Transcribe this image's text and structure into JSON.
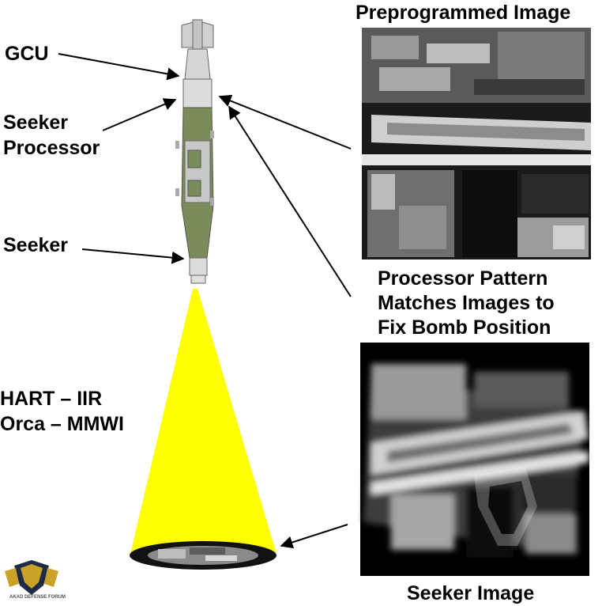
{
  "labels": {
    "gcu": "GCU",
    "seeker_processor_line1": "Seeker",
    "seeker_processor_line2": "Processor",
    "seeker": "Seeker",
    "hart": "HART – IIR",
    "orca": "Orca – MMWI",
    "preprogrammed_image": "Preprogrammed Image",
    "processor_pattern_line1": "Processor Pattern",
    "processor_pattern_line2": "Matches Images to",
    "processor_pattern_line3": "Fix Bomb Position",
    "seeker_image": "Seeker Image"
  },
  "watermark": {
    "text_line1": "AKAD DEFENSE FORUM"
  },
  "colors": {
    "beam": "#ffff00",
    "bomb_body": "#7a8c5a",
    "bomb_metal": "#d0d0d0",
    "photo_dark": "#111111"
  }
}
